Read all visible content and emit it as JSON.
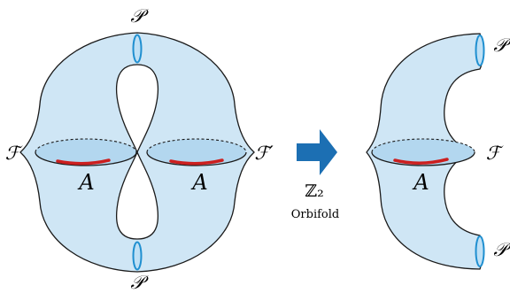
{
  "colors": {
    "surface_fill": "#cfe6f5",
    "cross_section_fill": "#b3d7ef",
    "outline": "#1a1a1a",
    "puncture_fill": "#bfe0f5",
    "puncture_stroke": "#1f8fd0",
    "interval_A": "#cc1f1f",
    "arrow": "#1c6fb3"
  },
  "labels": {
    "P_top": "𝒫",
    "P_bottom": "𝒫",
    "F_left": "ℱ",
    "F_prime": "ℱ′",
    "A_left": "A",
    "A_right": "A",
    "P_right_top": "𝒫",
    "P_right_bottom": "𝒫",
    "F_right": "ℱ",
    "A_quotient": "A",
    "Z2": "ℤ₂",
    "orbifold": "Orbifold"
  },
  "icons": {
    "arrow": "right-arrow-icon"
  }
}
